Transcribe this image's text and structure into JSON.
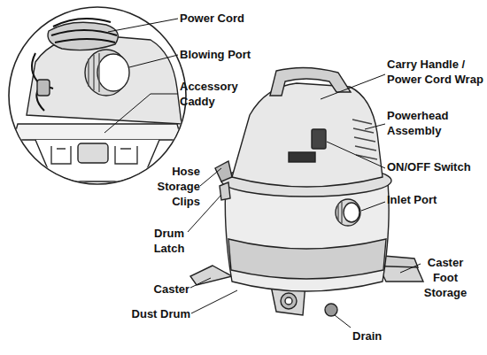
{
  "diagram": {
    "labels": [
      "Power Cord",
      "Blowing Port",
      "Accessory Caddy",
      "Carry Handle / Power Cord Wrap",
      "Powerhead Assembly",
      "ON/OFF Switch",
      "Hose Storage Clips",
      "Inlet Port",
      "Drum Latch",
      "Caster Foot Storage",
      "Caster",
      "Dust Drum",
      "Drain"
    ]
  }
}
